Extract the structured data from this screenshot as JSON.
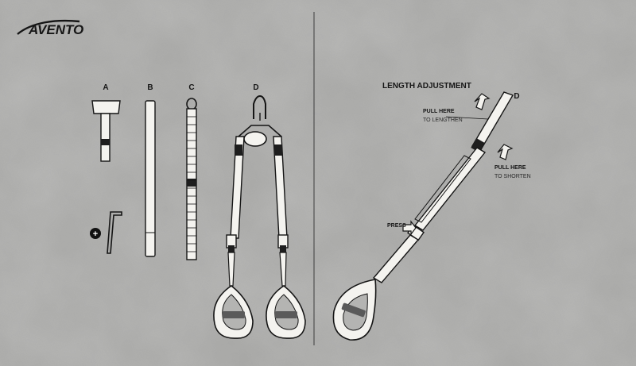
{
  "brand": {
    "logo_text": "AVENTO"
  },
  "colors": {
    "background": "#a9a9a7",
    "ink": "#151515",
    "strap": "#f4f3ef",
    "buckle": "#1e1e1e",
    "handle_grip": "#5a5a5a",
    "divider": "#3c3c3c"
  },
  "parts": [
    {
      "letter": "A",
      "part": "door-anchor"
    },
    {
      "letter": "B",
      "part": "extension-strap"
    },
    {
      "letter": "C",
      "part": "anchor-loop-strap"
    },
    {
      "letter": "D",
      "part": "suspension-trainer"
    }
  ],
  "extra": {
    "symbol": "+",
    "part": "hex-key"
  },
  "adjustment": {
    "title": "LENGTH ADJUSTMENT",
    "label": "D",
    "lengthen": {
      "bold": "PULL HERE",
      "sub": "TO LENGTHEN"
    },
    "shorten": {
      "bold": "PULL HERE",
      "sub": "TO SHORTEN"
    },
    "press": "PRESS"
  }
}
